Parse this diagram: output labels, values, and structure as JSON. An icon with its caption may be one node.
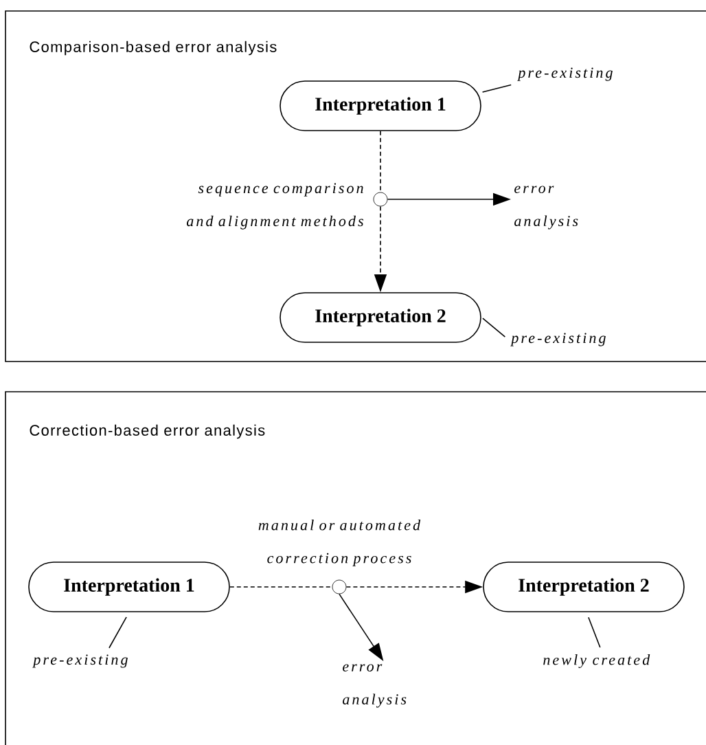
{
  "diagram": {
    "nodes": [
      {
        "text": [
          "Comparison-based error analysis"
        ]
      },
      {
        "text": [
          "Interpretation 1"
        ],
        "in": 0
      },
      {
        "text": [
          "pre-existing"
        ],
        "in": 0
      },
      {
        "text": [],
        "shape": "circle",
        "in": 0
      },
      {
        "text": [
          "error analysis"
        ],
        "in": 0
      },
      {
        "text": [
          "Interpretation 2"
        ],
        "in": 0
      },
      {
        "text": [
          "pre-existing"
        ],
        "in": 0
      },
      {
        "text": [
          "Correction-based error analysis"
        ]
      },
      {
        "text": [
          "Interpretation 1"
        ],
        "in": 7
      },
      {
        "text": [],
        "shape": "circle",
        "in": 7
      },
      {
        "text": [
          "Interpretation 2"
        ],
        "in": 7
      },
      {
        "text": [
          "pre-existing"
        ],
        "in": 7
      },
      {
        "text": [
          "error analysis"
        ],
        "in": 7
      },
      {
        "text": [
          "newly created"
        ],
        "in": 7
      }
    ],
    "edges": [
      {
        "from": 1,
        "to": 3,
        "arrow": "none",
        "style": "dashed",
        "label": "sequence comparison and alignment methods"
      },
      {
        "from": 3,
        "to": 5,
        "arrow": "to",
        "style": "dashed"
      },
      {
        "from": 3,
        "to": 4,
        "arrow": "to"
      },
      {
        "from": 2,
        "to": 1,
        "arrow": "none"
      },
      {
        "from": 6,
        "to": 5,
        "arrow": "none"
      },
      {
        "from": 8,
        "to": 9,
        "arrow": "none",
        "style": "dashed",
        "label": "manual or automated correction process"
      },
      {
        "from": 9,
        "to": 10,
        "arrow": "to",
        "style": "dashed"
      },
      {
        "from": 9,
        "to": 12,
        "arrow": "to"
      },
      {
        "from": 11,
        "to": 8,
        "arrow": "none"
      },
      {
        "from": 13,
        "to": 10,
        "arrow": "none"
      }
    ]
  }
}
